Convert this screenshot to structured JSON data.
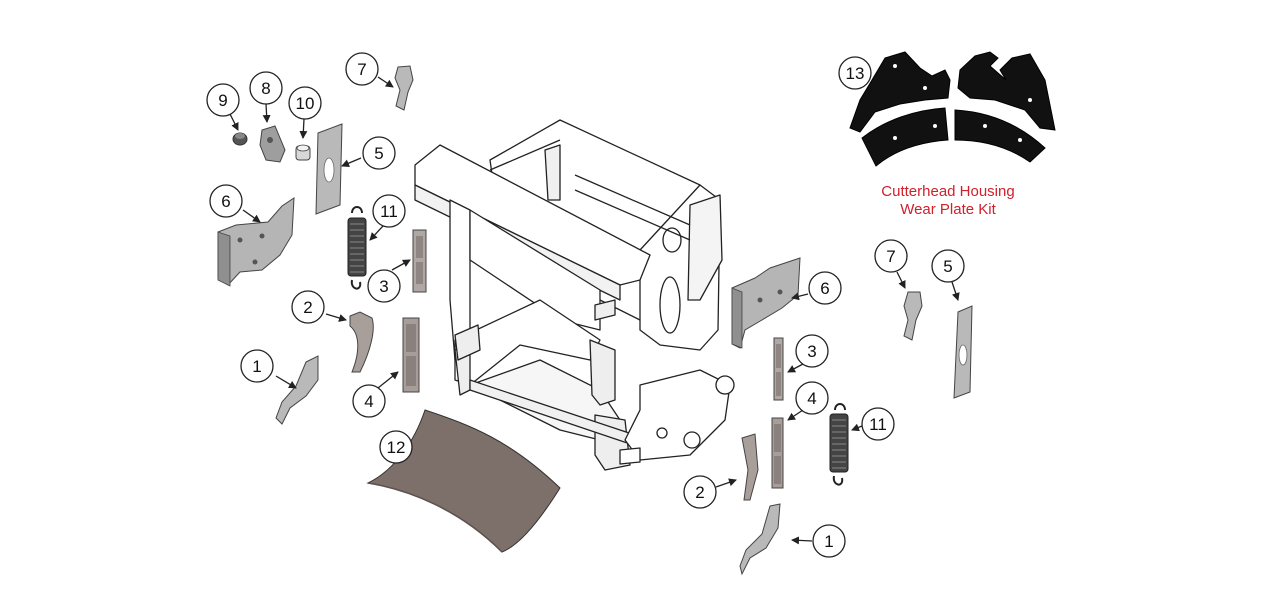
{
  "colors": {
    "line": "#222222",
    "part_fill": "#b9b9b9",
    "part_dark": "#8f8f8f",
    "frame_fill": "#ffffff",
    "wear_plate": "#111111",
    "bottom_plate": "#7d6f69",
    "kit_label": "#d0202a"
  },
  "callouts": [
    {
      "id": "c1-left",
      "label": "1"
    },
    {
      "id": "c2-left",
      "label": "2"
    },
    {
      "id": "c3-left",
      "label": "3"
    },
    {
      "id": "c4-left",
      "label": "4"
    },
    {
      "id": "c5-left",
      "label": "5"
    },
    {
      "id": "c6-left",
      "label": "6"
    },
    {
      "id": "c7-left",
      "label": "7"
    },
    {
      "id": "c8",
      "label": "8"
    },
    {
      "id": "c9",
      "label": "9"
    },
    {
      "id": "c10",
      "label": "10"
    },
    {
      "id": "c11-left",
      "label": "11"
    },
    {
      "id": "c12",
      "label": "12"
    },
    {
      "id": "c13",
      "label": "13"
    },
    {
      "id": "c6-right",
      "label": "6"
    },
    {
      "id": "c3-right",
      "label": "3"
    },
    {
      "id": "c4-right",
      "label": "4"
    },
    {
      "id": "c11-right",
      "label": "11"
    },
    {
      "id": "c2-right",
      "label": "2"
    },
    {
      "id": "c1-right",
      "label": "1"
    },
    {
      "id": "c7-right",
      "label": "7"
    },
    {
      "id": "c5-right",
      "label": "5"
    }
  ],
  "kit": {
    "line1": "Cutterhead Housing",
    "line2": "Wear Plate Kit"
  }
}
